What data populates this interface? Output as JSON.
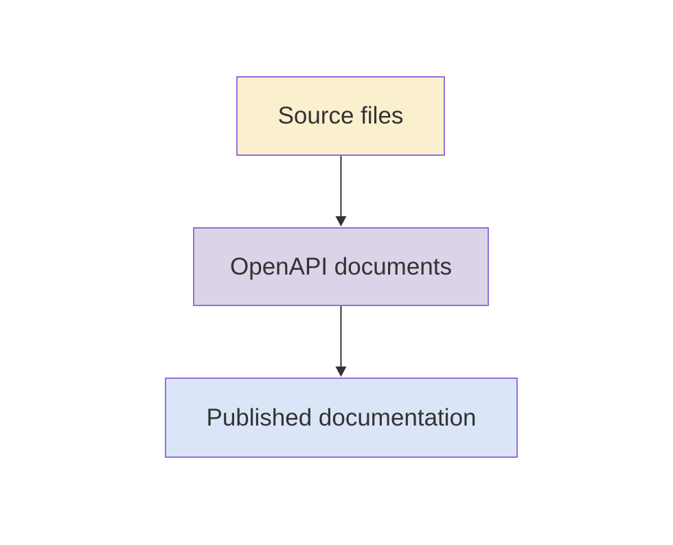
{
  "diagram": {
    "type": "flowchart",
    "direction": "top-down",
    "background_color": "#ffffff",
    "text_color": "#333333",
    "edge_color": "#333333",
    "node_border_color": "#9370db",
    "nodes": [
      {
        "id": "source",
        "label": "Source files",
        "fill": "#faf0cd"
      },
      {
        "id": "openapi",
        "label": "OpenAPI documents",
        "fill": "#ddd3e8"
      },
      {
        "id": "published",
        "label": "Published documentation",
        "fill": "#dbe5f8"
      }
    ],
    "edges": [
      {
        "from": "source",
        "to": "openapi",
        "arrow": "down"
      },
      {
        "from": "openapi",
        "to": "published",
        "arrow": "down"
      }
    ]
  }
}
